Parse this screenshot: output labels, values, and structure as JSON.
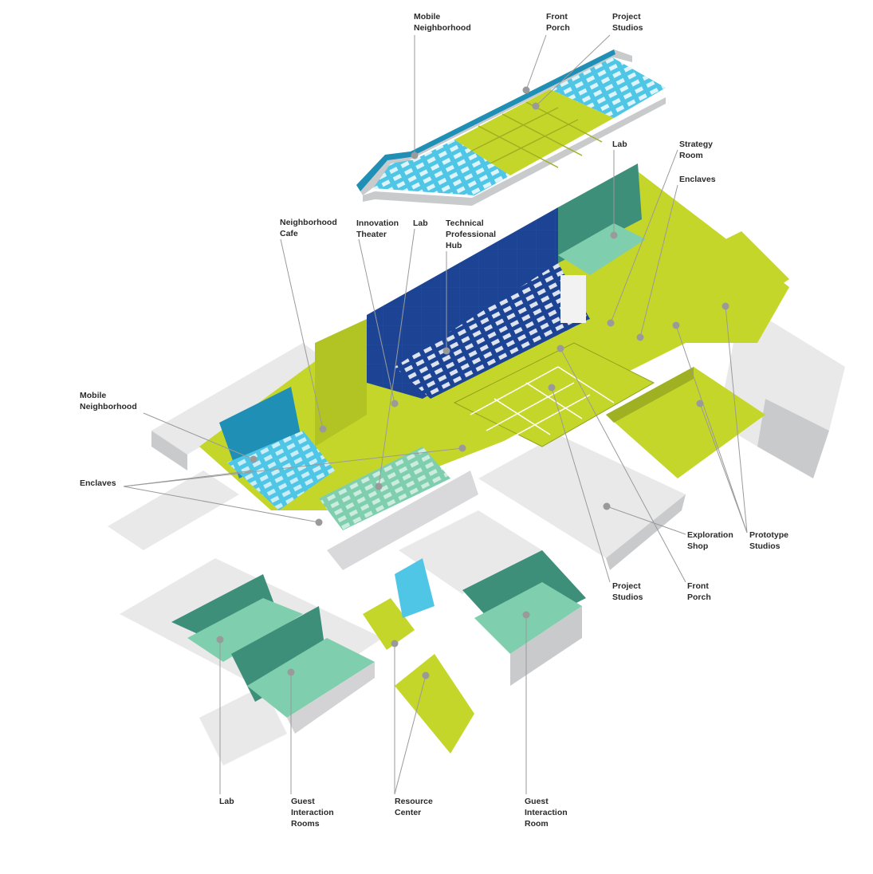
{
  "colors": {
    "lime": "#c5d62a",
    "lime_dark": "#9fb022",
    "cyan": "#4fc6e6",
    "cyan_dark": "#1f8fb5",
    "navy": "#1d4494",
    "navy_dark": "#15346f",
    "mint": "#7fcfae",
    "teal": "#3e8f7a",
    "grey_top": "#e9e9ea",
    "grey_side": "#c9cacc",
    "marker": "#999999",
    "leader": "#9a9a9a"
  },
  "labels": {
    "mobile_neighborhood_top": "Mobile\nNeighborhood",
    "front_porch_top": "Front\nPorch",
    "project_studios_top": "Project\nStudios",
    "lab_upper": "Lab",
    "strategy_room": "Strategy\nRoom",
    "enclaves_right": "Enclaves",
    "neighborhood_cafe": "Neighborhood\nCafe",
    "innovation_theater": "Innovation\nTheater",
    "lab_center": "Lab",
    "technical_professional_hub": "Technical\nProfessional\nHub",
    "mobile_neighborhood_left": "Mobile\nNeighborhood",
    "enclaves_left": "Enclaves",
    "exploration_shop": "Exploration\nShop",
    "prototype_studios": "Prototype\nStudios",
    "project_studios_bottom": "Project\nStudios",
    "front_porch_bottom": "Front\nPorch",
    "lab_bottom": "Lab",
    "guest_interaction_rooms": "Guest\nInteraction\nRooms",
    "resource_center": "Resource\nCenter",
    "guest_interaction_room": "Guest\nInteraction\nRoom"
  }
}
